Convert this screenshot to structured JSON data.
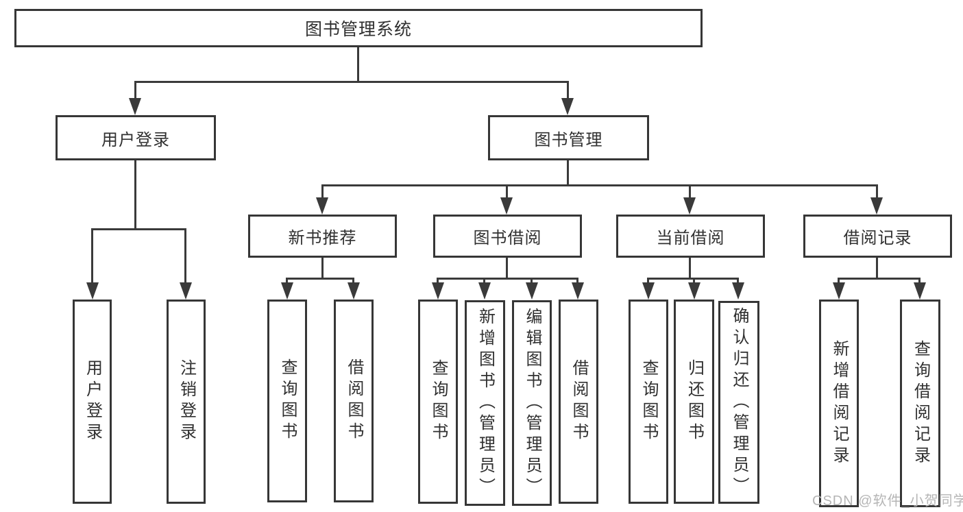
{
  "diagram": {
    "root": "图书管理系统",
    "level2": {
      "user_login": "用户登录",
      "book_mgmt": "图书管理"
    },
    "level3": {
      "new_books": "新书推荐",
      "book_borrow": "图书借阅",
      "current_borrow": "当前借阅",
      "borrow_records": "借阅记录"
    },
    "leaves": {
      "user_login": "用户登录",
      "logout_login": "注销登录",
      "nb_query_books": "查询图书",
      "nb_borrow_books": "借阅图书",
      "bb_query_books": "查询图书",
      "bb_add_books": "新增图书（管理员）",
      "bb_edit_books": "编辑图书（管理员）",
      "bb_borrow_books": "借阅图书",
      "cb_query_books": "查询图书",
      "cb_return_books": "归还图书",
      "cb_confirm_return": "确认归还（管理员）",
      "br_add_record": "新增借阅记录",
      "br_query_record": "查询借阅记录"
    },
    "watermark": "CSDN @软件_小贺同学"
  }
}
